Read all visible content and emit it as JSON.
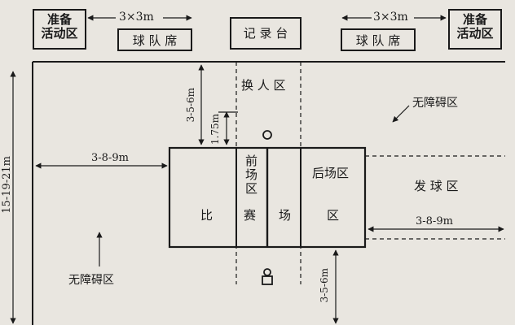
{
  "top_row": {
    "prep_left": "准备\n活动区",
    "dim_left": "3×3m",
    "bench_left": "球 队 席",
    "scorer": "记 录 台",
    "bench_right": "球 队 席",
    "dim_right": "3×3m",
    "prep_right": "准备\n活动区"
  },
  "zones": {
    "substitution": "换 人 区",
    "free_zone_right": "无障碍区",
    "free_zone_left": "无障碍区",
    "front_court": "前场区",
    "back_court": "后场区",
    "serve_zone": "发 球 区",
    "court_bi": "比",
    "court_sai": "赛",
    "court_chang": "场",
    "court_qu": "区"
  },
  "dimensions": {
    "length": "15-19-21m",
    "top_gap": "3-5-6m",
    "sub_gap": "1.75m",
    "left_gap": "3-8-9m",
    "right_gap": "3-8-9m",
    "bottom_gap": "3-5-6m"
  }
}
